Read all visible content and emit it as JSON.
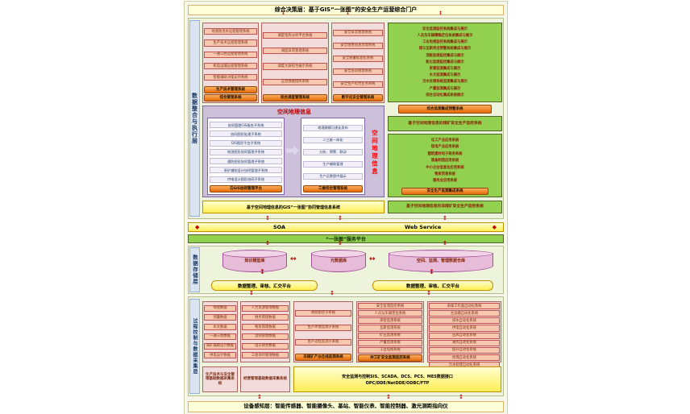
{
  "top_banner": "综合决策层：基于GIS“一张图”的安全生产运营综合门户",
  "bottom_banner": "设备感知层：智能传感器、智能摄像头、基站、智能仪表、智能控制器、激光测距指向仪",
  "exec_layer": {
    "label": "数据整合与执行层",
    "panels": [
      {
        "items": [
          "地测防治水远程管理系统",
          "生产技术远程管理系统",
          "一通三防远程管理系统",
          "机电运输远程管理系统",
          "智能辅助决策支持系统"
        ],
        "buttons": [
          "生产技术管理系统",
          "综合管理系统"
        ]
      },
      {
        "items": [
          "调度指挥分析平台系统",
          "调度日常管理系统",
          "调度大屏综合展示系统",
          "应急救援指挥系统"
        ],
        "buttons": [
          "综合调度管理系统"
        ]
      },
      {
        "items": [
          "安全日常管理系统",
          "安全隐患排查治理系统",
          "安全质量标准化系统",
          "安全培训管理系统",
          "安全生产综合业务系统"
        ],
        "buttons": [
          "数字化安全管理系统"
        ]
      }
    ],
    "monitor_panel": {
      "items": [
        "安全监测监控系统集成与展示",
        "人员及车辆精确定位系统集成与展示",
        "工业电视监控系统集成与展示",
        "煤与瓦斯突出预警系统集成与展示",
        "顶板监测监控集成与展示",
        "粉尘监测监控集成与展示",
        "束管监测集成与展示",
        "水文监测集成与展示",
        "污水处理系统监测集成与展示",
        "产量监测集成与展示",
        "综合自动化集成系统展示"
      ],
      "button": "综合监测集成预警系统"
    },
    "coal_bar": "基于空间地理信息的煤矿安全生产监控系统",
    "gis_box": {
      "title": "空间地理信息",
      "side_label": "空间地理信息",
      "left_items": [
        "协同管理GIS服务子系统",
        "协同图形处理子系统",
        "GIS图形平台子系统",
        "地测图形协同管理子系统",
        "通防图形协同管理子系统",
        "采矿辅助设计协同管理子系统",
        "供电设计图形协同子系统"
      ],
      "left_button": "云GIS协同管理平台",
      "right_items": [
        "地理建模可视化发布",
        "二三维一体化",
        "分析、预警、联动",
        "生产辅助管理",
        "生产远景图中展示"
      ],
      "right_button": "三维综合管理系统"
    },
    "gis_bar": "基于空间地理信息的GIS“一张图”协同管理信息系统",
    "industry_panel": {
      "items": [
        "化工产业应用系统",
        "铝电产业应用系统",
        "建筑建材电子商务系统",
        "装备制造应用系统",
        "中小企业信息化应用系统",
        "物资贸易系统",
        "服务业应用系统"
      ],
      "button": "安全生产监测集成系统"
    },
    "noncoal_bar": "基于空间地理信息的非煤矿安全生产监控系统"
  },
  "service_bus": {
    "soa": "SOA",
    "web_service": "Web Service",
    "platform": "“一张图”服务平台"
  },
  "storage_layer": {
    "label": "数据存储层",
    "databases": [
      "知识模型库",
      "元数据库",
      "空间、监测、管理数据仓库"
    ],
    "platforms": [
      "数据整理、审核、汇交平台",
      "数据整理、审核、汇交平台"
    ]
  },
  "process_layer": {
    "label": "过程控制与数据采集层",
    "panels": [
      {
        "items": [
          "地理数据",
          "测量数据",
          "水文数据",
          "一通三防数据",
          "采矿辅助设计数据",
          "供电设计数据"
        ]
      },
      {
        "items": [
          "人力资源管理数据",
          "财务管理数据",
          "物资管理数据",
          "运销管理数据",
          "电子政务数据",
          "工程项目管理数据"
        ]
      },
      {
        "items": [
          "视频监控子系统",
          "生产环境监测子系统",
          "生产过程监测子系统"
        ],
        "button": "非煤矿产业在线监测系统"
      },
      {
        "items": [
          "安全监测监控系统",
          "人员与车辆定位系统",
          "束管监测系统",
          "瓦斯监测系统",
          "矿压监测系统",
          "产量监测系统",
          "工业电视系统"
        ],
        "button": "井工矿安全监测监控系统"
      },
      {
        "items": [
          "采煤工作面自动化系统",
          "主运输自动化系统",
          "排水自动化系统",
          "供电自动化系统",
          "压风自动化系统",
          "通风自动化系统",
          "提升自动化系统",
          "给煤自动化系统",
          "污水处理自动化系统"
        ],
        "button": "井工矿综合自动化系统"
      }
    ],
    "base_boxes": [
      "生产技术与安全管理基础数据采集系统",
      "经营管理基础数据采集系统"
    ],
    "interface_bar": {
      "line1": "安全监测与控制SIS、SCADA、DCS、PCS、MES数据接口",
      "line2": "OPC/DDE/NetDDE/ODBC/FTP"
    }
  }
}
